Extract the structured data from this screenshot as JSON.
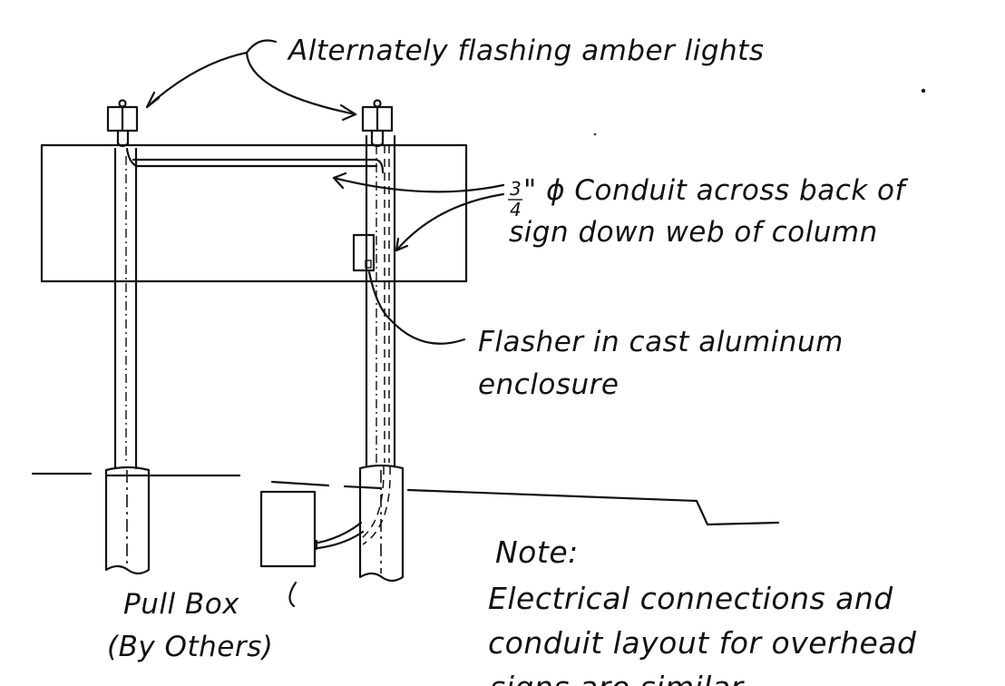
{
  "labels": {
    "lights": "Alternately flashing amber lights",
    "conduit_fraction_num": "3",
    "conduit_fraction_den": "4",
    "conduit_line1_rest": "\" ϕ Conduit across back of",
    "conduit_line2": "sign down web of column",
    "flasher_line1": "Flasher in cast aluminum",
    "flasher_line2": "enclosure",
    "pullbox_line1": "Pull Box",
    "pullbox_line2": "(By Others)",
    "note_title": "Note:",
    "note_line1": "Electrical connections and",
    "note_line2": "conduit layout for overhead",
    "note_line3": "signs are similar."
  }
}
